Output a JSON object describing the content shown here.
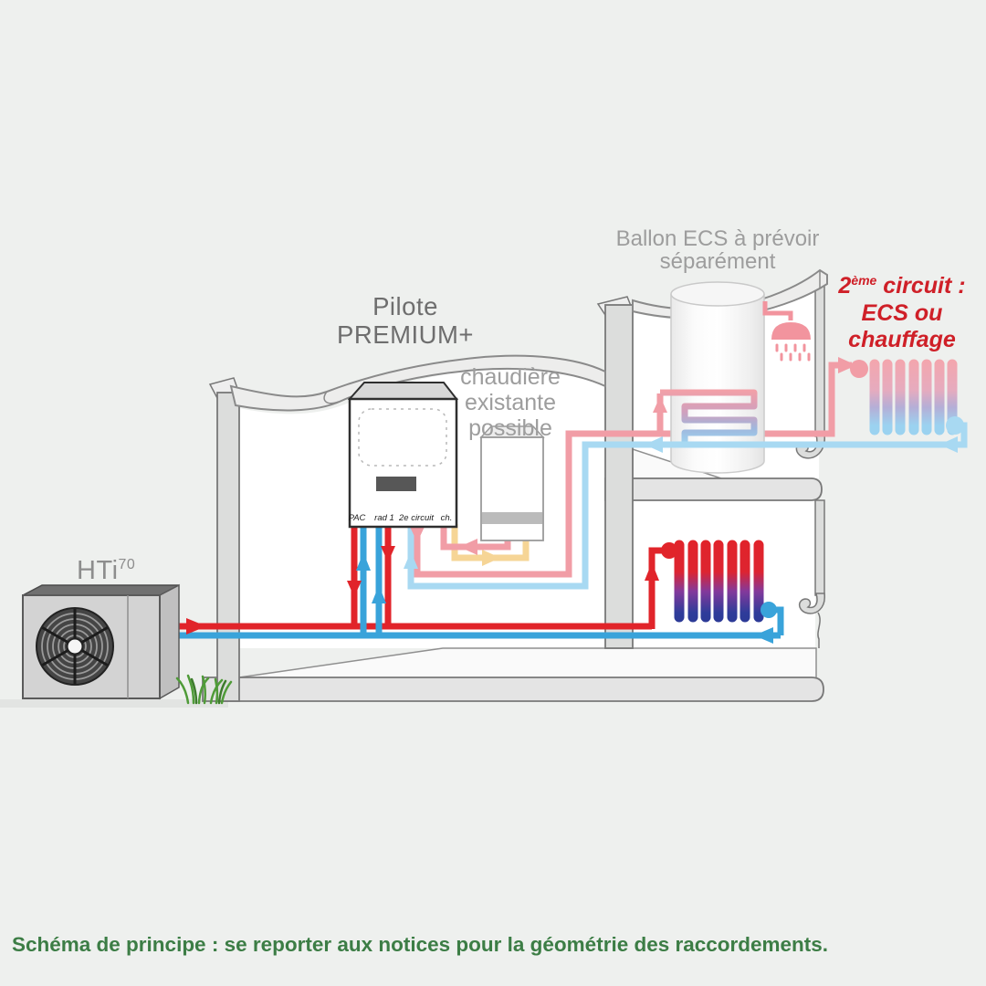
{
  "colors": {
    "background": "#eef0ee",
    "red": "#e1242a",
    "blue": "#39a3da",
    "pink": "#f19da6",
    "light_blue": "#a8d9f2",
    "yellow": "#f6d596",
    "wall": "#dcdddc",
    "text_gray": "#9d9d9d",
    "text_dark_gray": "#6e6e6e",
    "text_red": "#cf2028",
    "text_green": "#3c7d45",
    "hti_gray": "#8d8d8d",
    "radiator_hot_top": "#e1232a",
    "radiator_hot_bottom": "#2e3c9a",
    "radiator_warm_top": "#f3a6ae",
    "radiator_warm_bottom": "#9bd2f0"
  },
  "heat_pump": {
    "label": "HTi",
    "label_sup": "70"
  },
  "controller": {
    "title_line1": "Pilote",
    "title_line2": "PREMIUM+",
    "terminals": [
      "PAC",
      "rad 1",
      "2e circuit",
      "ch."
    ]
  },
  "boiler_label": {
    "line1": "chaudière",
    "line2": "existante",
    "line3": "possible"
  },
  "tank_label": {
    "line1": "Ballon ECS à prévoir",
    "line2": "séparément"
  },
  "second_circuit_label": {
    "num": "2",
    "sup": "ème",
    "rest": " circuit :",
    "line2": "ECS ou",
    "line3": "chauffage"
  },
  "caption": "Schéma de principe : se reporter aux notices pour la géométrie des raccordements."
}
